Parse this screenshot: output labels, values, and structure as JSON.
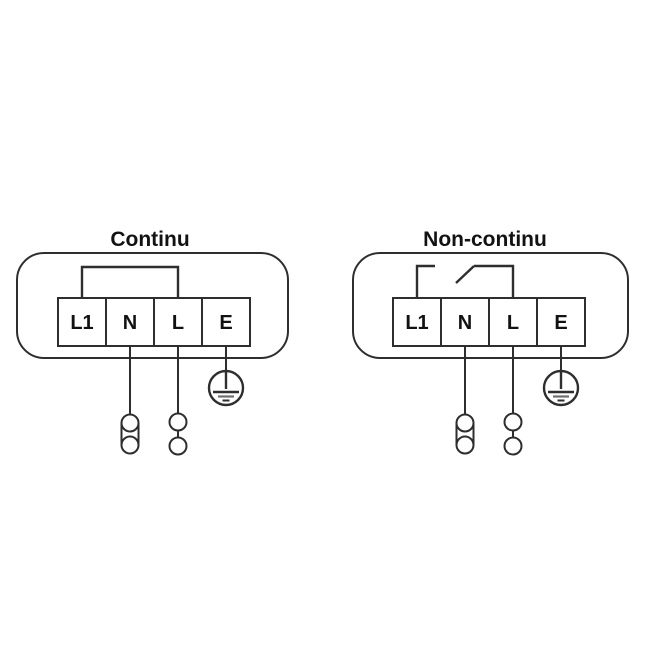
{
  "canvas": {
    "background": "#ffffff"
  },
  "colors": {
    "line_stroke": "#2e2e2e",
    "label_text": "#121212"
  },
  "diagrams": [
    {
      "title": "Continu",
      "bridge_icon": "closed-jumper-wire",
      "terminals": [
        {
          "label": "L1"
        },
        {
          "label": "N"
        },
        {
          "label": "L"
        },
        {
          "label": "E"
        }
      ],
      "bottom_symbols": {
        "neutral": "double-circle-connector",
        "line": "double-circle-connector",
        "earth": "protective-earth-ground"
      }
    },
    {
      "title": "Non-continu",
      "bridge_icon": "open-switch-wire",
      "terminals": [
        {
          "label": "L1"
        },
        {
          "label": "N"
        },
        {
          "label": "L"
        },
        {
          "label": "E"
        }
      ],
      "bottom_symbols": {
        "neutral": "double-circle-connector",
        "line": "double-circle-connector",
        "earth": "protective-earth-ground"
      }
    }
  ]
}
